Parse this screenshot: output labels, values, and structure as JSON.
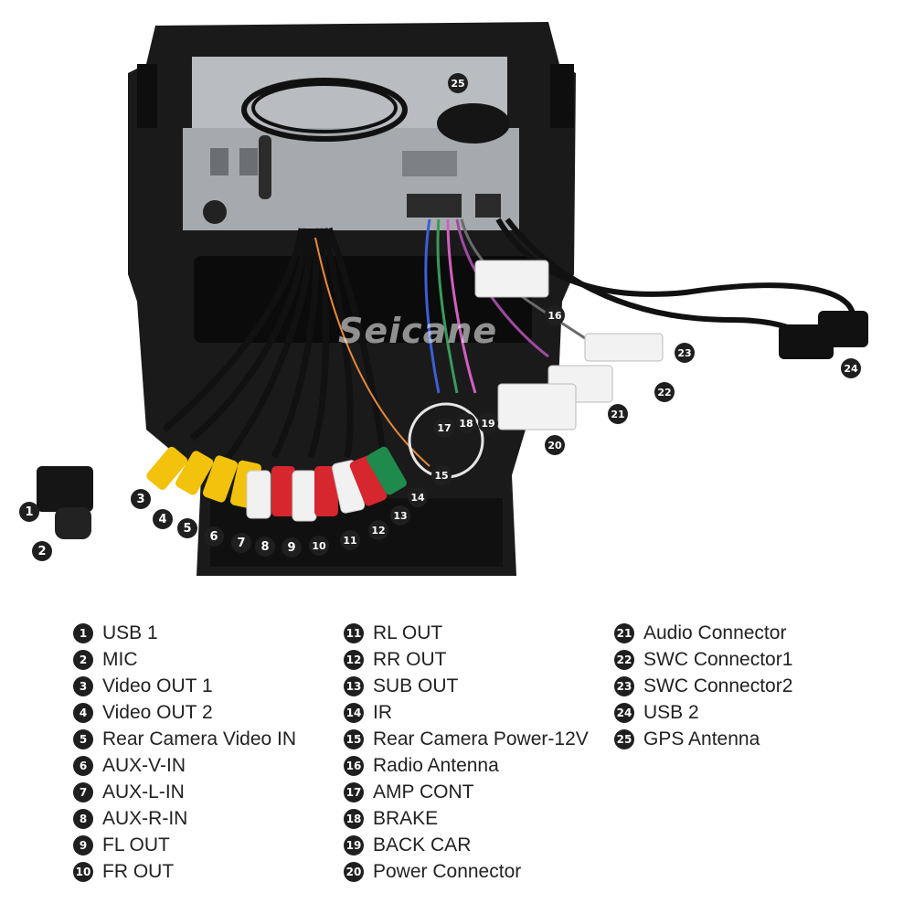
{
  "photo": {
    "watermark": "Seicane",
    "callouts": [
      "1",
      "2",
      "3",
      "4",
      "5",
      "6",
      "7",
      "8",
      "9",
      "10",
      "11",
      "12",
      "13",
      "14",
      "15",
      "16",
      "17",
      "18",
      "19",
      "20",
      "21",
      "22",
      "23",
      "24",
      "25"
    ]
  },
  "legend": {
    "columns": [
      [
        {
          "num": "1",
          "label": "USB 1"
        },
        {
          "num": "2",
          "label": "MIC"
        },
        {
          "num": "3",
          "label": "Video OUT 1"
        },
        {
          "num": "4",
          "label": "Video OUT 2"
        },
        {
          "num": "5",
          "label": "Rear Camera Video IN"
        },
        {
          "num": "6",
          "label": "AUX-V-IN"
        },
        {
          "num": "7",
          "label": "AUX-L-IN"
        },
        {
          "num": "8",
          "label": "AUX-R-IN"
        },
        {
          "num": "9",
          "label": "FL OUT"
        },
        {
          "num": "10",
          "label": "FR OUT"
        }
      ],
      [
        {
          "num": "11",
          "label": "RL OUT"
        },
        {
          "num": "12",
          "label": "RR OUT"
        },
        {
          "num": "13",
          "label": "SUB OUT"
        },
        {
          "num": "14",
          "label": "IR"
        },
        {
          "num": "15",
          "label": "Rear Camera Power-12V"
        },
        {
          "num": "16",
          "label": "Radio Antenna"
        },
        {
          "num": "17",
          "label": "AMP CONT"
        },
        {
          "num": "18",
          "label": "BRAKE"
        },
        {
          "num": "19",
          "label": "BACK CAR"
        },
        {
          "num": "20",
          "label": "Power Connector"
        }
      ],
      [
        {
          "num": "21",
          "label": "Audio Connector"
        },
        {
          "num": "22",
          "label": "SWC Connector1"
        },
        {
          "num": "23",
          "label": "SWC Connector2"
        },
        {
          "num": "24",
          "label": "USB 2"
        },
        {
          "num": "25",
          "label": "GPS Antenna"
        }
      ]
    ]
  }
}
